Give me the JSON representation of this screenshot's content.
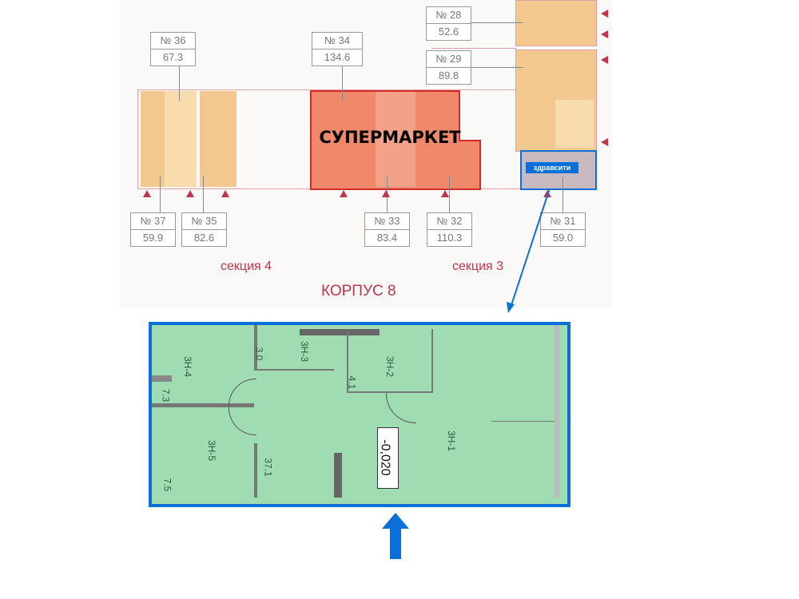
{
  "top_plan": {
    "units": [
      {
        "number": "№ 28",
        "area": "52.6"
      },
      {
        "number": "№ 36",
        "area": "67.3"
      },
      {
        "number": "№ 34",
        "area": "134.6"
      },
      {
        "number": "№ 29",
        "area": "89.8"
      },
      {
        "number": "№ 37",
        "area": "59.9"
      },
      {
        "number": "№ 35",
        "area": "82.6"
      },
      {
        "number": "№ 33",
        "area": "83.4"
      },
      {
        "number": "№ 32",
        "area": "110.3"
      },
      {
        "number": "№ 31",
        "area": "59.0"
      }
    ],
    "supermarket_label": "СУПЕРМАРКЕТ",
    "pharmacy_label": "здравсити",
    "section_4": "секция 4",
    "section_3": "секция 3",
    "building": "КОРПУС 8"
  },
  "floor_plan": {
    "rooms": [
      {
        "name": "3Н-4",
        "area": "7.3"
      },
      {
        "name": "3Н-3",
        "area": "3.0"
      },
      {
        "name": "3Н-2",
        "area": "4.1"
      },
      {
        "name": "3Н-5",
        "area": "7.5"
      },
      {
        "name": "3Н-1",
        "area": "37.1"
      }
    ],
    "elevation": "-0,020"
  },
  "colors": {
    "accent": "#0a6fd6",
    "supermarket": "#f0896a",
    "room": "#9fdcb2",
    "brand": "#c0344d"
  }
}
